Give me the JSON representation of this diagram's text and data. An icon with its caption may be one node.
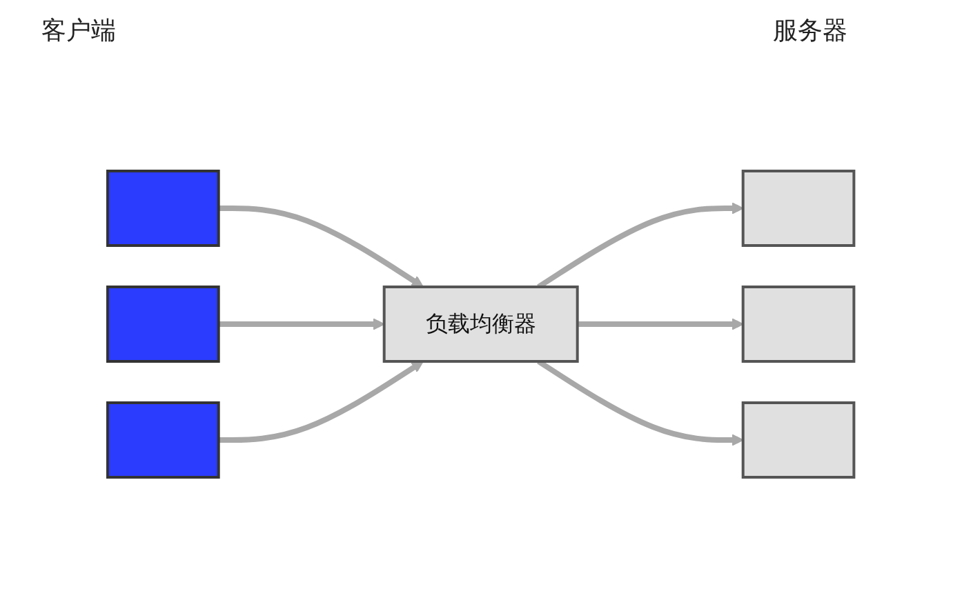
{
  "diagram": {
    "nodes": [
      {
        "text": [],
        "shape": "box"
      },
      {
        "text": [],
        "shape": "box"
      },
      {
        "text": [],
        "shape": "box"
      },
      {
        "text": [
          "负载均衡器"
        ]
      },
      {
        "text": [],
        "shape": "box"
      },
      {
        "text": [],
        "shape": "box"
      },
      {
        "text": [],
        "shape": "box"
      }
    ],
    "edges": [
      {
        "from": 0,
        "to": 3,
        "arrow": "to"
      },
      {
        "from": 1,
        "to": 3,
        "arrow": "to"
      },
      {
        "from": 2,
        "to": 3,
        "arrow": "to"
      },
      {
        "from": 3,
        "to": 4,
        "arrow": "to"
      },
      {
        "from": 3,
        "to": 5,
        "arrow": "to"
      },
      {
        "from": 3,
        "to": 6,
        "arrow": "to"
      }
    ],
    "labels": [
      "客户端",
      "服务器"
    ]
  }
}
